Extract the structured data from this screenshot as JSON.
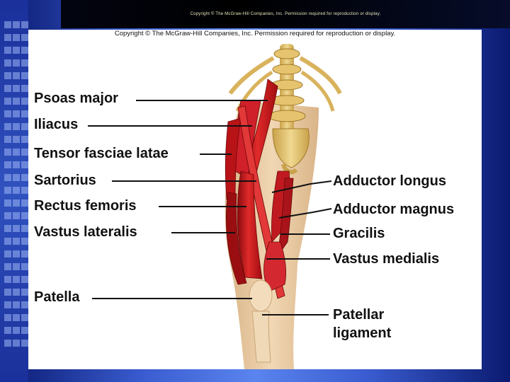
{
  "slide": {
    "header_caption": "Copyright © The McGraw-Hill Companies, Inc. Permission required for reproduction or display.",
    "panel_caption": "Copyright © The McGraw-Hill Companies, Inc. Permission required for reproduction or display."
  },
  "labels": {
    "psoas_major": "Psoas major",
    "iliacus": "Iliacus",
    "tensor_fasciae_latae": "Tensor fasciae latae",
    "sartorius": "Sartorius",
    "rectus_femoris": "Rectus femoris",
    "vastus_lateralis": "Vastus lateralis",
    "patella": "Patella",
    "adductor_longus": "Adductor longus",
    "adductor_magnus": "Adductor magnus",
    "gracilis": "Gracilis",
    "vastus_medialis": "Vastus medialis",
    "patellar_ligament_line1": "Patellar",
    "patellar_ligament_line2": "ligament"
  },
  "colors": {
    "muscle": "#c8141a",
    "muscle_dark": "#8a0a0e",
    "bone": "#e0c070",
    "skin": "#e8c9a0",
    "leader_line": "#111111"
  }
}
